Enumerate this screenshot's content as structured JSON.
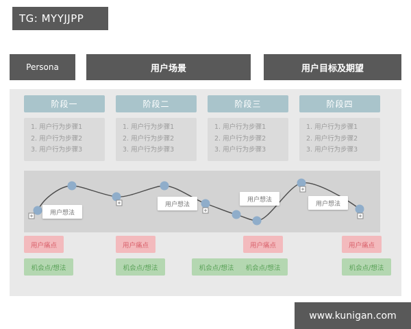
{
  "tag": {
    "label": "TG: MYYJJPP"
  },
  "header": {
    "persona": "Persona",
    "scenario": "用户场景",
    "goals": "用户目标及期望"
  },
  "phases": [
    {
      "label": "阶段一",
      "steps": [
        "1. 用户行为步骤1",
        "2. 用户行为步骤2",
        "3. 用户行为步骤3"
      ]
    },
    {
      "label": "阶段二",
      "steps": [
        "1. 用户行为步骤1",
        "2. 用户行为步骤2",
        "3. 用户行为步骤3"
      ]
    },
    {
      "label": "阶段三",
      "steps": [
        "1. 用户行为步骤1",
        "2. 用户行为步骤2",
        "3. 用户行为步骤3"
      ]
    },
    {
      "label": "阶段四",
      "steps": [
        "1. 用户行为步骤1",
        "2. 用户行为步骤2",
        "3. 用户行为步骤3"
      ]
    }
  ],
  "journey": {
    "thoughts": [
      {
        "label": "用户想法"
      },
      {
        "label": "用户想法"
      },
      {
        "label": "用户想法"
      },
      {
        "label": "用户想法"
      }
    ]
  },
  "pain_points": [
    {
      "label": "用户痛点"
    },
    {
      "label": "用户痛点"
    },
    {
      "label": "用户痛点"
    },
    {
      "label": "用户痛点"
    }
  ],
  "opportunities": [
    {
      "label": "机会点/想法"
    },
    {
      "label": "机会点/想法"
    },
    {
      "label": "机会点/想法"
    },
    {
      "label": "机会点/想法"
    },
    {
      "label": "机会点/想法"
    }
  ],
  "footer": {
    "website": "www.kunigan.com"
  },
  "colors": {
    "dark_box": "#595959",
    "panel_bg": "#e9e9e9",
    "phase_header_bg": "#a9c4cb",
    "step_box_bg": "#dbdbdb",
    "step_text": "#9b9b9b",
    "band_bg": "#d3d3d3",
    "node_fill": "#8fadca",
    "curve_stroke": "#4a4a4a",
    "pain_bg": "#f3babd",
    "pain_text": "#d9606a",
    "opportunity_bg": "#b4d7b1",
    "opportunity_text": "#5aa258",
    "thought_text": "#777777"
  }
}
